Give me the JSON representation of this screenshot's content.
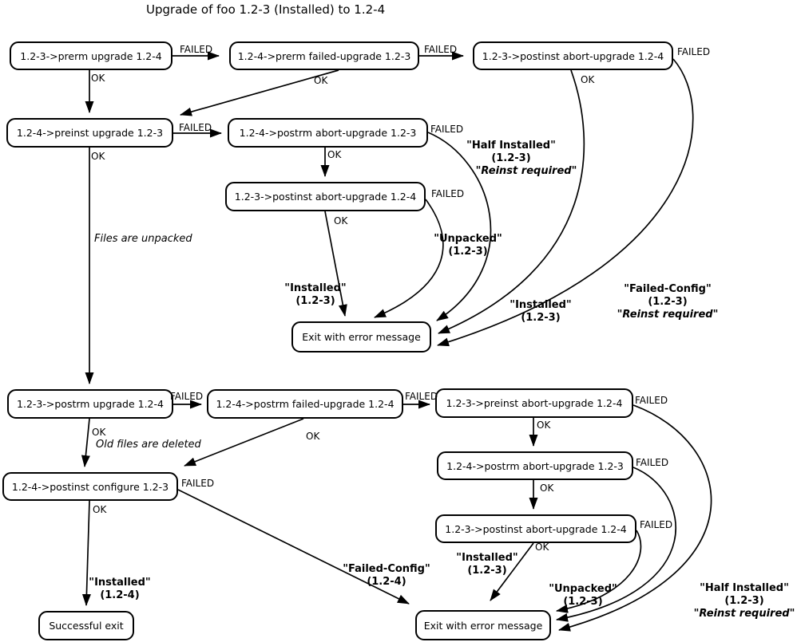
{
  "title": "Upgrade of foo 1.2-3 (Installed) to 1.2-4",
  "colors": {
    "line": "#000000",
    "background": "#ffffff",
    "text": "#000000"
  },
  "nodes": {
    "prerm_upgrade": {
      "label": "1.2-3->prerm upgrade 1.2-4"
    },
    "prerm_failed_upgrade": {
      "label": "1.2-4->prerm failed-upgrade 1.2-3"
    },
    "postinst_abort_top": {
      "label": "1.2-3->postinst abort-upgrade 1.2-4"
    },
    "preinst_upgrade": {
      "label": "1.2-4->preinst upgrade 1.2-3"
    },
    "postrm_abort_mid": {
      "label": "1.2-4->postrm abort-upgrade 1.2-3"
    },
    "postinst_abort_mid": {
      "label": "1.2-3->postinst abort-upgrade 1.2-4"
    },
    "exit_error_top": {
      "label": "Exit with error message"
    },
    "postrm_upgrade": {
      "label": "1.2-3->postrm upgrade 1.2-4"
    },
    "postrm_failed_upgrade": {
      "label": "1.2-4->postrm failed-upgrade 1.2-4"
    },
    "preinst_abort": {
      "label": "1.2-3->preinst abort-upgrade 1.2-4"
    },
    "postinst_configure": {
      "label": "1.2-4->postinst configure 1.2-3"
    },
    "postrm_abort_bot": {
      "label": "1.2-4->postrm abort-upgrade 1.2-3"
    },
    "postinst_abort_bot": {
      "label": "1.2-3->postinst abort-upgrade 1.2-4"
    },
    "successful_exit": {
      "label": "Successful exit"
    },
    "exit_error_bot": {
      "label": "Exit with error message"
    }
  },
  "edges": {
    "prerm_failed": {
      "from": "prerm_upgrade",
      "to": "prerm_failed_upgrade",
      "result": "FAILED"
    },
    "prerm_ok": {
      "from": "prerm_upgrade",
      "to": "preinst_upgrade",
      "result": "OK"
    },
    "prermfailed_failed": {
      "from": "prerm_failed_upgrade",
      "to": "postinst_abort_top",
      "result": "FAILED"
    },
    "prermfailed_ok": {
      "from": "prerm_failed_upgrade",
      "to": "preinst_upgrade",
      "result": "OK"
    },
    "postinstaborttop_ok": {
      "from": "postinst_abort_top",
      "to": "exit_error_top",
      "result": "OK"
    },
    "postinstaborttop_failed": {
      "from": "postinst_abort_top",
      "to": "exit_error_top",
      "result": "FAILED"
    },
    "preinst_failed": {
      "from": "preinst_upgrade",
      "to": "postrm_abort_mid",
      "result": "FAILED"
    },
    "preinst_ok": {
      "from": "preinst_upgrade",
      "to": "postrm_upgrade",
      "result": "OK"
    },
    "postrmabortmid_ok": {
      "from": "postrm_abort_mid",
      "to": "postinst_abort_mid",
      "result": "OK"
    },
    "postrmabortmid_failed": {
      "from": "postrm_abort_mid",
      "to": "exit_error_top",
      "result": "FAILED"
    },
    "postinstabortmid_ok": {
      "from": "postinst_abort_mid",
      "to": "exit_error_top",
      "result": "OK"
    },
    "postinstabortmid_failed": {
      "from": "postinst_abort_mid",
      "to": "exit_error_top",
      "result": "FAILED"
    },
    "postrmupgrade_failed": {
      "from": "postrm_upgrade",
      "to": "postrm_failed_upgrade",
      "result": "FAILED"
    },
    "postrmupgrade_ok": {
      "from": "postrm_upgrade",
      "to": "postinst_configure",
      "result": "OK"
    },
    "postrmfailed_failed": {
      "from": "postrm_failed_upgrade",
      "to": "preinst_abort",
      "result": "FAILED"
    },
    "postrmfailed_ok": {
      "from": "postrm_failed_upgrade",
      "to": "postinst_configure",
      "result": "OK"
    },
    "preinstabort_ok": {
      "from": "preinst_abort",
      "to": "postrm_abort_bot",
      "result": "OK"
    },
    "preinstabort_failed": {
      "from": "preinst_abort",
      "to": "exit_error_bot",
      "result": "FAILED"
    },
    "postrmabortbot_ok": {
      "from": "postrm_abort_bot",
      "to": "postinst_abort_bot",
      "result": "OK"
    },
    "postrmabortbot_failed": {
      "from": "postrm_abort_bot",
      "to": "exit_error_bot",
      "result": "FAILED"
    },
    "postinstabortbot_ok": {
      "from": "postinst_abort_bot",
      "to": "exit_error_bot",
      "result": "OK"
    },
    "postinstabortbot_failed": {
      "from": "postinst_abort_bot",
      "to": "exit_error_bot",
      "result": "FAILED"
    },
    "postinstconfigure_ok": {
      "from": "postinst_configure",
      "to": "successful_exit",
      "result": "OK"
    },
    "postinstconfigure_failed": {
      "from": "postinst_configure",
      "to": "exit_error_bot",
      "result": "FAILED"
    }
  },
  "annotations": {
    "files_unpacked": "Files are unpacked",
    "old_files_deleted": "Old files are deleted"
  },
  "states": {
    "half_installed_top": {
      "state": "\"Half Installed\"",
      "version": "(1.2-3)",
      "note": "\"Reinst required\""
    },
    "unpacked_top": {
      "state": "\"Unpacked\"",
      "version": "(1.2-3)"
    },
    "installed_mid_left": {
      "state": "\"Installed\"",
      "version": "(1.2-3)"
    },
    "installed_mid_right": {
      "state": "\"Installed\"",
      "version": "(1.2-3)"
    },
    "failed_config_top": {
      "state": "\"Failed-Config\"",
      "version": "(1.2-3)",
      "note": "\"Reinst required\""
    },
    "installed_bot_left": {
      "state": "\"Installed\"",
      "version": "(1.2-4)"
    },
    "failed_config_bot": {
      "state": "\"Failed-Config\"",
      "version": "(1.2-4)"
    },
    "installed_bot_mid": {
      "state": "\"Installed\"",
      "version": "(1.2-3)"
    },
    "unpacked_bot": {
      "state": "\"Unpacked\"",
      "version": "(1.2-3)"
    },
    "half_installed_bot": {
      "state": "\"Half Installed\"",
      "version": "(1.2-3)",
      "note": "\"Reinst required\""
    }
  }
}
